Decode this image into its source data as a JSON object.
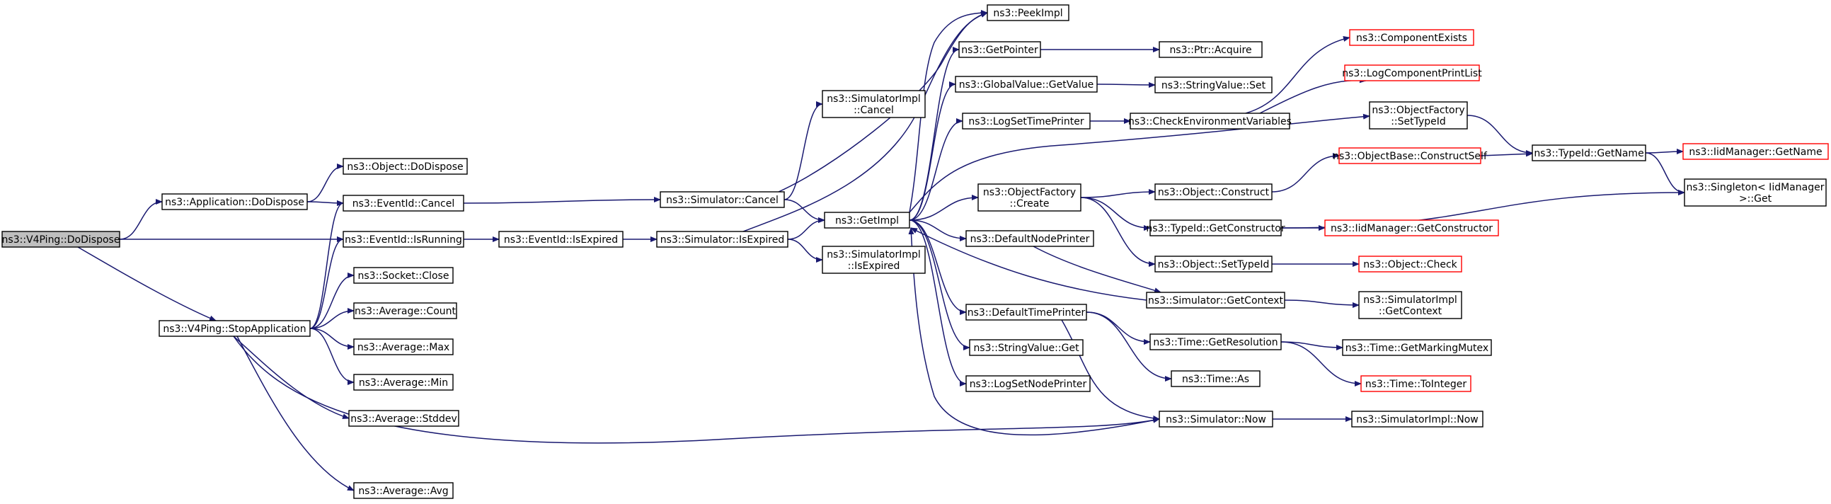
{
  "colors": {
    "edge": "#191970",
    "root_fill": "#bfbfbf",
    "node_border": "#000000",
    "truncated_border": "#ff0000"
  },
  "nodes": {
    "v4ping_dodispose": {
      "lines": [
        "ns3::V4Ping::DoDispose"
      ],
      "root": true
    },
    "app_dodispose": {
      "lines": [
        "ns3::Application::DoDispose"
      ]
    },
    "v4ping_stopapp": {
      "lines": [
        "ns3::V4Ping::StopApplication"
      ]
    },
    "object_dodispose": {
      "lines": [
        "ns3::Object::DoDispose"
      ]
    },
    "eventid_cancel": {
      "lines": [
        "ns3::EventId::Cancel"
      ]
    },
    "eventid_isrunning": {
      "lines": [
        "ns3::EventId::IsRunning"
      ]
    },
    "socket_close": {
      "lines": [
        "ns3::Socket::Close"
      ]
    },
    "avg_count": {
      "lines": [
        "ns3::Average::Count"
      ]
    },
    "avg_max": {
      "lines": [
        "ns3::Average::Max"
      ]
    },
    "avg_min": {
      "lines": [
        "ns3::Average::Min"
      ]
    },
    "avg_stddev": {
      "lines": [
        "ns3::Average::Stddev"
      ]
    },
    "avg_avg": {
      "lines": [
        "ns3::Average::Avg"
      ]
    },
    "eventid_isexpired": {
      "lines": [
        "ns3::EventId::IsExpired"
      ]
    },
    "sim_cancel": {
      "lines": [
        "ns3::Simulator::Cancel"
      ]
    },
    "sim_isexpired": {
      "lines": [
        "ns3::Simulator::IsExpired"
      ]
    },
    "simimpl_cancel": {
      "lines": [
        "ns3::SimulatorImpl",
        "::Cancel"
      ]
    },
    "getimpl": {
      "lines": [
        "ns3::GetImpl"
      ]
    },
    "simimpl_isexpired": {
      "lines": [
        "ns3::SimulatorImpl",
        "::IsExpired"
      ]
    },
    "peekimpl": {
      "lines": [
        "ns3::PeekImpl"
      ]
    },
    "getpointer": {
      "lines": [
        "ns3::GetPointer"
      ]
    },
    "globalvalue_getvalue": {
      "lines": [
        "ns3::GlobalValue::GetValue"
      ]
    },
    "logsettimeprinter": {
      "lines": [
        "ns3::LogSetTimePrinter"
      ]
    },
    "objectfactory_create": {
      "lines": [
        "ns3::ObjectFactory",
        "::Create"
      ]
    },
    "defaultnodeprinter": {
      "lines": [
        "ns3::DefaultNodePrinter"
      ]
    },
    "defaulttimeprinter": {
      "lines": [
        "ns3::DefaultTimePrinter"
      ]
    },
    "stringvalue_get": {
      "lines": [
        "ns3::StringValue::Get"
      ]
    },
    "logsetnodeprinter": {
      "lines": [
        "ns3::LogSetNodePrinter"
      ]
    },
    "ptr_acquire": {
      "lines": [
        "ns3::Ptr::Acquire"
      ]
    },
    "stringvalue_set": {
      "lines": [
        "ns3::StringValue::Set"
      ]
    },
    "checkenvvars": {
      "lines": [
        "ns3::CheckEnvironmentVariables"
      ]
    },
    "object_construct": {
      "lines": [
        "ns3::Object::Construct"
      ]
    },
    "typeid_getconstructor": {
      "lines": [
        "ns3::TypeId::GetConstructor"
      ]
    },
    "object_settypeid": {
      "lines": [
        "ns3::Object::SetTypeId"
      ]
    },
    "sim_getcontext": {
      "lines": [
        "ns3::Simulator::GetContext"
      ]
    },
    "time_getresolution": {
      "lines": [
        "ns3::Time::GetResolution"
      ]
    },
    "time_as": {
      "lines": [
        "ns3::Time::As"
      ]
    },
    "sim_now": {
      "lines": [
        "ns3::Simulator::Now"
      ]
    },
    "componentexists": {
      "lines": [
        "ns3::ComponentExists"
      ],
      "truncated": true
    },
    "logcomponentprintlist": {
      "lines": [
        "ns3::LogComponentPrintList"
      ],
      "truncated": true
    },
    "objectfactory_settypeid": {
      "lines": [
        "ns3::ObjectFactory",
        "::SetTypeId"
      ]
    },
    "objectbase_constructself": {
      "lines": [
        "ns3::ObjectBase::ConstructSelf"
      ],
      "truncated": true
    },
    "iidmanager_getconstructor": {
      "lines": [
        "ns3::IidManager::GetConstructor"
      ],
      "truncated": true
    },
    "object_check": {
      "lines": [
        "ns3::Object::Check"
      ],
      "truncated": true
    },
    "simimpl_getcontext": {
      "lines": [
        "ns3::SimulatorImpl",
        "::GetContext"
      ]
    },
    "time_getmarkingmutex": {
      "lines": [
        "ns3::Time::GetMarkingMutex"
      ]
    },
    "time_tointeger": {
      "lines": [
        "ns3::Time::ToInteger"
      ],
      "truncated": true
    },
    "simimpl_now": {
      "lines": [
        "ns3::SimulatorImpl::Now"
      ]
    },
    "typeid_getname": {
      "lines": [
        "ns3::TypeId::GetName"
      ]
    },
    "iidmanager_getname": {
      "lines": [
        "ns3::IidManager::GetName"
      ],
      "truncated": true
    },
    "singleton_get": {
      "lines": [
        "ns3::Singleton< IidManager",
        ">::Get"
      ]
    }
  },
  "edges": [
    [
      "v4ping_dodispose",
      "app_dodispose"
    ],
    [
      "v4ping_dodispose",
      "eventid_isrunning"
    ],
    [
      "v4ping_dodispose",
      "v4ping_stopapp"
    ],
    [
      "app_dodispose",
      "object_dodispose"
    ],
    [
      "app_dodispose",
      "eventid_cancel"
    ],
    [
      "v4ping_stopapp",
      "eventid_cancel"
    ],
    [
      "v4ping_stopapp",
      "eventid_isrunning"
    ],
    [
      "v4ping_stopapp",
      "socket_close"
    ],
    [
      "v4ping_stopapp",
      "avg_count"
    ],
    [
      "v4ping_stopapp",
      "avg_max"
    ],
    [
      "v4ping_stopapp",
      "avg_min"
    ],
    [
      "v4ping_stopapp",
      "avg_stddev"
    ],
    [
      "v4ping_stopapp",
      "avg_avg"
    ],
    [
      "v4ping_stopapp",
      "sim_now"
    ],
    [
      "eventid_cancel",
      "sim_cancel"
    ],
    [
      "eventid_isrunning",
      "eventid_isexpired"
    ],
    [
      "eventid_isexpired",
      "sim_isexpired"
    ],
    [
      "sim_cancel",
      "simimpl_cancel"
    ],
    [
      "sim_cancel",
      "getimpl"
    ],
    [
      "sim_cancel",
      "peekimpl"
    ],
    [
      "sim_isexpired",
      "getimpl"
    ],
    [
      "sim_isexpired",
      "simimpl_isexpired"
    ],
    [
      "sim_isexpired",
      "peekimpl"
    ],
    [
      "getimpl",
      "peekimpl"
    ],
    [
      "getimpl",
      "getpointer"
    ],
    [
      "getimpl",
      "globalvalue_getvalue"
    ],
    [
      "getimpl",
      "logsettimeprinter"
    ],
    [
      "getimpl",
      "objectfactory_create"
    ],
    [
      "getimpl",
      "defaultnodeprinter"
    ],
    [
      "getimpl",
      "defaulttimeprinter"
    ],
    [
      "getimpl",
      "stringvalue_get"
    ],
    [
      "getimpl",
      "logsetnodeprinter"
    ],
    [
      "getimpl",
      "objectfactory_settypeid"
    ],
    [
      "getpointer",
      "ptr_acquire"
    ],
    [
      "globalvalue_getvalue",
      "stringvalue_set"
    ],
    [
      "logsettimeprinter",
      "checkenvvars"
    ],
    [
      "checkenvvars",
      "componentexists"
    ],
    [
      "checkenvvars",
      "logcomponentprintlist"
    ],
    [
      "objectfactory_create",
      "object_construct"
    ],
    [
      "objectfactory_create",
      "typeid_getconstructor"
    ],
    [
      "objectfactory_create",
      "object_settypeid"
    ],
    [
      "object_construct",
      "objectbase_constructself"
    ],
    [
      "objectbase_constructself",
      "typeid_getname"
    ],
    [
      "objectfactory_settypeid",
      "typeid_getname"
    ],
    [
      "typeid_getname",
      "iidmanager_getname"
    ],
    [
      "typeid_getname",
      "singleton_get"
    ],
    [
      "typeid_getconstructor",
      "iidmanager_getconstructor"
    ],
    [
      "typeid_getconstructor",
      "singleton_get"
    ],
    [
      "object_settypeid",
      "object_check"
    ],
    [
      "defaultnodeprinter",
      "sim_getcontext"
    ],
    [
      "sim_getcontext",
      "getimpl"
    ],
    [
      "sim_getcontext",
      "simimpl_getcontext"
    ],
    [
      "defaulttimeprinter",
      "time_getresolution"
    ],
    [
      "defaulttimeprinter",
      "time_as"
    ],
    [
      "defaulttimeprinter",
      "sim_now"
    ],
    [
      "time_getresolution",
      "time_getmarkingmutex"
    ],
    [
      "time_getresolution",
      "time_tointeger"
    ],
    [
      "sim_now",
      "getimpl"
    ],
    [
      "sim_now",
      "simimpl_now"
    ]
  ]
}
